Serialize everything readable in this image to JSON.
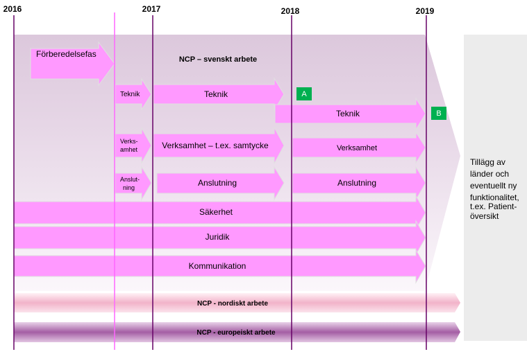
{
  "years": [
    "2016",
    "2017",
    "2018",
    "2019"
  ],
  "phase_title": "NCP – svenskt arbete",
  "forberedelse": "Förberedelsefas",
  "row_teknik": {
    "short": "Teknik",
    "main": "Teknik",
    "cont": "Teknik",
    "milestone_a": "A",
    "milestone_b": "B"
  },
  "row_verksamhet": {
    "short_1": "Verks-",
    "short_2": "amhet",
    "main": "Verksamhet – t.ex. samtycke",
    "cont": "Verksamhet"
  },
  "row_anslutning": {
    "short_1": "Anslut-",
    "short_2": "ning",
    "main": "Anslutning",
    "cont": "Anslutning"
  },
  "sakerhet": "Säkerhet",
  "juridik": "Juridik",
  "kommunikation": "Kommunikation",
  "nordiskt": "NCP -  nordiskt arbete",
  "europeiskt": "NCP -  europeiskt arbete",
  "future_lines": [
    "Tillägg av",
    "länder och",
    "eventuellt ny",
    "funktionalitet,",
    "t.ex. Patient-",
    "översikt"
  ],
  "colors": {
    "arrow_fill": "#ff99ff",
    "arrow_edge": "#d9d9d9",
    "milestone": "#00b050",
    "year_line": "#660066",
    "now_line": "#ff66ff",
    "nordic_band": "#f4b6cc",
    "euro_band": "#b070b0"
  }
}
